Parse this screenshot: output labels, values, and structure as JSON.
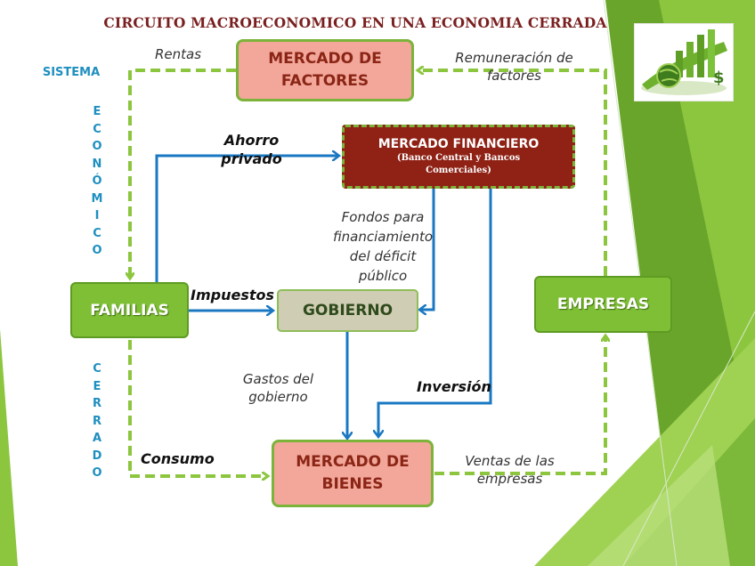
{
  "title": "CIRCUITO MACROECONOMICO EN UNA ECONOMIA CERRADA",
  "side": {
    "sistema": "SISTEMA",
    "economico": [
      "E",
      "C",
      "O",
      "N",
      "Ó",
      "M",
      "I",
      "C",
      "O"
    ],
    "cerrado": [
      "C",
      "E",
      "R",
      "R",
      "A",
      "D",
      "O"
    ]
  },
  "nodes": {
    "mercado_factores": [
      "MERCADO DE",
      "FACTORES"
    ],
    "mercado_financiero": "MERCADO FINANCIERO",
    "mercado_financiero_sub": [
      "(Banco Central y Bancos",
      "Comerciales)"
    ],
    "familias": "FAMILIAS",
    "gobierno": "GOBIERNO",
    "empresas": "EMPRESAS",
    "mercado_bienes": [
      "MERCADO DE",
      "BIENES"
    ]
  },
  "labels": {
    "rentas": "Rentas",
    "remuneracion": [
      "Remuneración de",
      "factores"
    ],
    "ahorro": [
      "Ahorro",
      "privado"
    ],
    "fondos": [
      "Fondos para",
      "financiamiento",
      "del déficit",
      "público"
    ],
    "impuestos": "Impuestos",
    "gastos": [
      "Gastos del",
      "gobierno"
    ],
    "inversion": "Inversión",
    "consumo": "Consumo",
    "ventas": [
      "Ventas de las",
      "empresas"
    ]
  },
  "colors": {
    "green_flow": "#8cc63f",
    "blue_flow": "#1a78c2",
    "title": "#7a1f1f",
    "side_text": "#1f8fc0"
  },
  "icons": [
    "growth-chart-globe-icon"
  ]
}
